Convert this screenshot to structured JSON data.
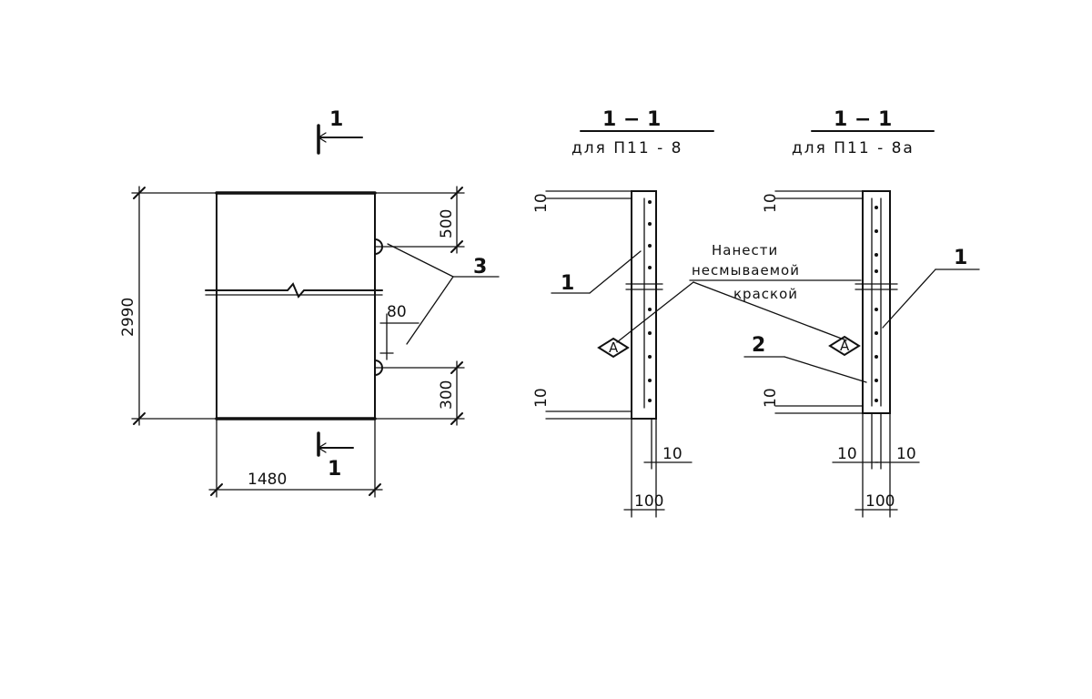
{
  "plan": {
    "section_mark": "1",
    "height_dim": "2990",
    "width_dim": "1480",
    "top_offset_dim": "500",
    "bottom_offset_dim": "300",
    "gap_dim": "80",
    "callout": "3"
  },
  "section_a": {
    "title": "1 − 1",
    "subtitle": "для  П11 - 8",
    "callout": "1",
    "top_dim": "10",
    "bottom_dim": "10",
    "side_dim": "10",
    "width_dim": "100"
  },
  "section_b": {
    "title": "1 − 1",
    "subtitle": "для  П11 - 8а",
    "callout_1": "1",
    "callout_2": "2",
    "top_dim": "10",
    "bottom_dim": "10",
    "left_dim": "10",
    "right_dim": "10",
    "width_dim": "100"
  },
  "note": {
    "line1": "Нанести",
    "line2": "несмываемой",
    "line3": "краской",
    "marker": "A"
  }
}
